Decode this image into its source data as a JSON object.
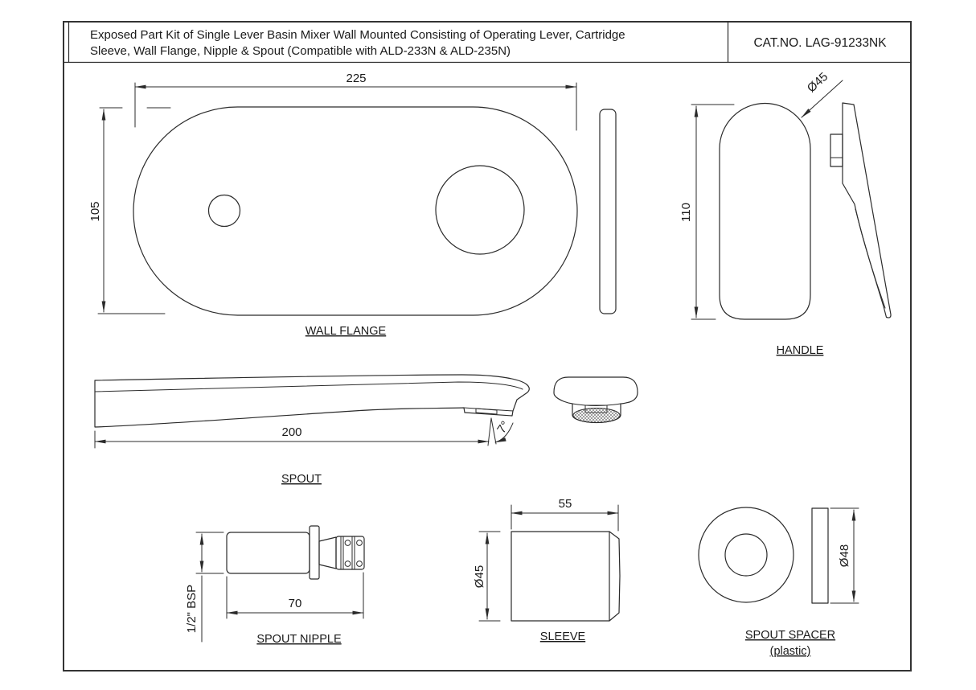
{
  "title_block": {
    "description_line1": "Exposed Part Kit of Single Lever Basin Mixer Wall Mounted Consisting of Operating Lever, Cartridge",
    "description_line2": "Sleeve, Wall Flange, Nipple & Spout (Compatible with ALD-233N & ALD-235N)",
    "cat_no": "CAT.NO. LAG-91233NK"
  },
  "parts": {
    "wall_flange": {
      "label": "WALL FLANGE",
      "width": "225",
      "height": "105"
    },
    "handle": {
      "label": "HANDLE",
      "height": "110",
      "top_diameter": "Ø45"
    },
    "spout": {
      "label": "SPOUT",
      "length": "200",
      "tilt_angle": "7°"
    },
    "spout_nipple": {
      "label": "SPOUT NIPPLE",
      "length": "70",
      "thread": "1/2\" BSP"
    },
    "sleeve": {
      "label": "SLEEVE",
      "length": "55",
      "diameter": "Ø45"
    },
    "spout_spacer": {
      "label": "SPOUT SPACER",
      "material": "(plastic)",
      "diameter": "Ø48"
    }
  },
  "colors": {
    "ink": "#2b2b2b",
    "background": "#ffffff"
  }
}
